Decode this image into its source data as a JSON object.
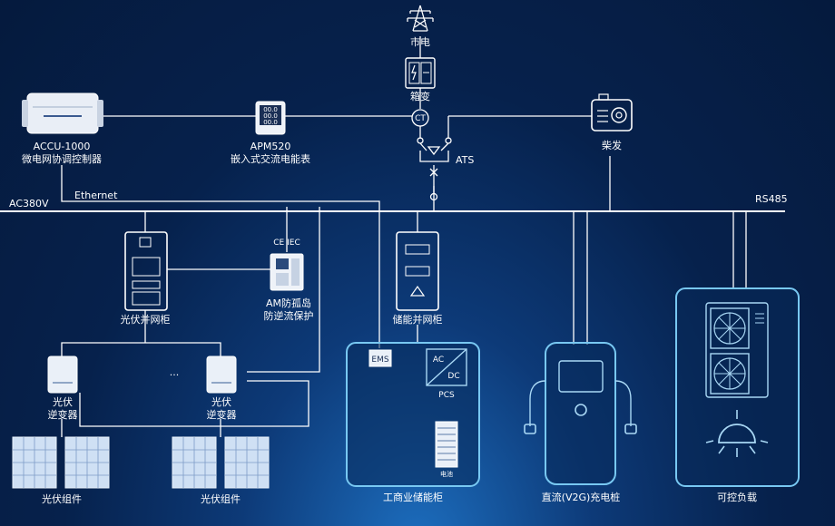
{
  "labels": {
    "grid": "市电",
    "transformer": "箱变",
    "ct": "CT",
    "ats": "ATS",
    "diesel": "柴发",
    "accu_model": "ACCU-1000",
    "accu_name": "微电网协调控制器",
    "apm_model": "APM520",
    "apm_name": "嵌入式交流电能表",
    "ethernet": "Ethernet",
    "ac380": "AC380V",
    "rs485": "RS485",
    "pv_cabinet": "光伏并网柜",
    "cert": "CE IEC",
    "am_line1": "AM防孤岛",
    "am_line2": "防逆流保护",
    "storage_cabinet": "储能并网柜",
    "inverter_line1": "光伏",
    "inverter_line2": "逆变器",
    "dots": "...",
    "pv_module_1": "光伏组件",
    "pv_module_2": "光伏组件",
    "ems": "EMS",
    "ac": "AC",
    "dc": "DC",
    "pcs": "PCS",
    "battery": "电池",
    "ess": "工商业储能柜",
    "charger": "直流(V2G)充电桩",
    "load": "可控负载"
  },
  "meter_readings": [
    "00.0",
    "00.0",
    "00.0"
  ]
}
